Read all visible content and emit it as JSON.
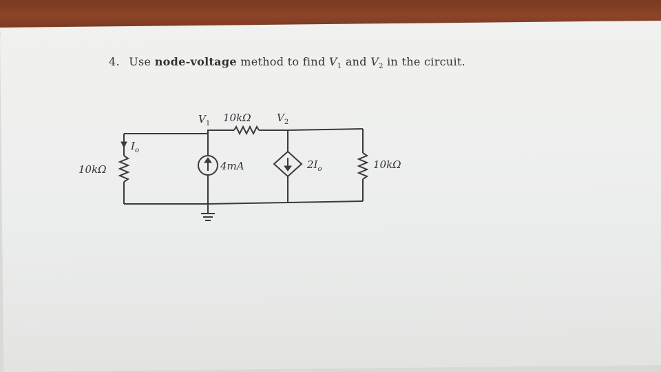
{
  "question": {
    "number": "4.",
    "text_before": "Use",
    "text_bold": "node-voltage",
    "text_after": "method to find",
    "v1_var": "V",
    "v1_sub": "1",
    "and_word": "and",
    "v2_var": "V",
    "v2_sub": "2",
    "text_end": "in the circuit."
  },
  "circuit": {
    "node_v1_label": "V",
    "node_v1_sub": "1",
    "node_v2_label": "V",
    "node_v2_sub": "2",
    "top_resistor_label": "10kΩ",
    "left_resistor_label": "10kΩ",
    "right_resistor_label": "10kΩ",
    "current_label": "I",
    "current_sub": "o",
    "current_source_label": "4mA",
    "dependent_source_coeff": "2I",
    "dependent_source_sub": "o"
  }
}
